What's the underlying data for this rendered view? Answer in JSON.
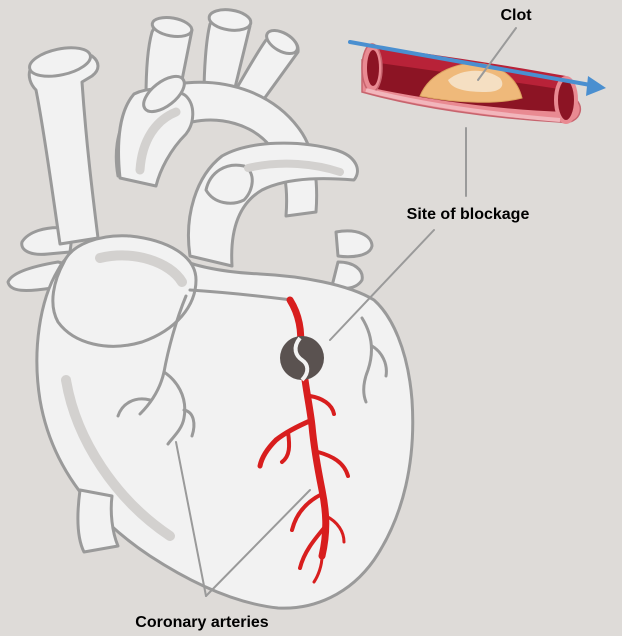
{
  "labels": {
    "clot": "Clot",
    "site_of_blockage": "Site of blockage",
    "coronary_arteries": "Coronary arteries"
  },
  "colors": {
    "background": "#dedbd8",
    "heart_fill": "#f2f2f2",
    "heart_outline": "#9a9a9a",
    "heart_shade": "#d3d1cf",
    "artery_red": "#d81e1e",
    "vessel_wall": "#e98a92",
    "vessel_lumen": "#8c1424",
    "clot": "#efb97a",
    "clot_highlight": "#f5dfc2",
    "flow_arrow": "#4a8fd0",
    "blockage_marker": "#5a5250",
    "leader_line": "#9a9a9a"
  },
  "icons": {
    "flow_arrow": "right-arrow",
    "blockage_marker": "blocked-circle"
  }
}
